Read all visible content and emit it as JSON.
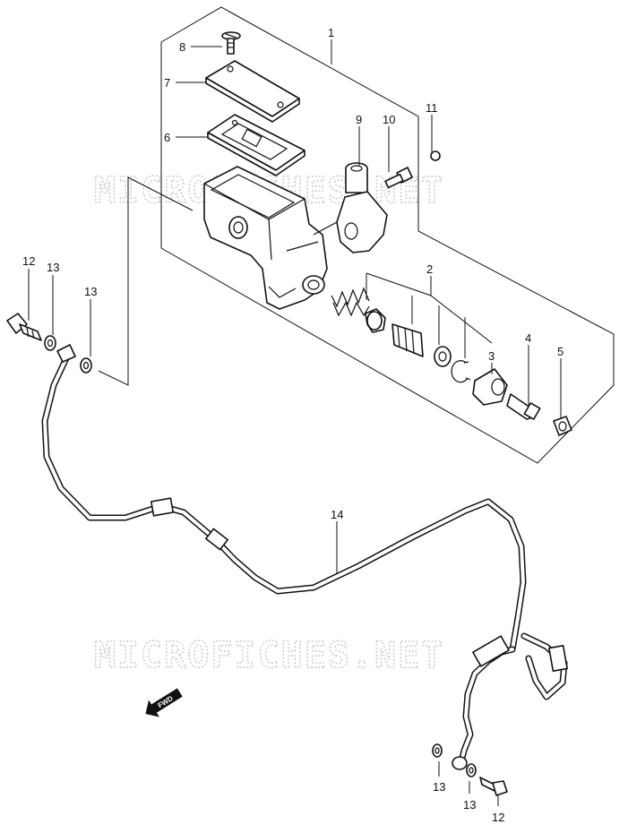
{
  "watermark": {
    "text": "MICROFICHES.NET"
  },
  "fwd_label": "FWD",
  "callouts": [
    {
      "id": "c1",
      "label": "1"
    },
    {
      "id": "c2",
      "label": "2"
    },
    {
      "id": "c3",
      "label": "3"
    },
    {
      "id": "c4",
      "label": "4"
    },
    {
      "id": "c5",
      "label": "5"
    },
    {
      "id": "c6",
      "label": "6"
    },
    {
      "id": "c7",
      "label": "7"
    },
    {
      "id": "c8",
      "label": "8"
    },
    {
      "id": "c9",
      "label": "9"
    },
    {
      "id": "c10",
      "label": "10"
    },
    {
      "id": "c11",
      "label": "11"
    },
    {
      "id": "c12a",
      "label": "12"
    },
    {
      "id": "c13a",
      "label": "13"
    },
    {
      "id": "c13b",
      "label": "13"
    },
    {
      "id": "c14",
      "label": "14"
    },
    {
      "id": "c13c",
      "label": "13"
    },
    {
      "id": "c13d",
      "label": "13"
    },
    {
      "id": "c12b",
      "label": "12"
    }
  ]
}
